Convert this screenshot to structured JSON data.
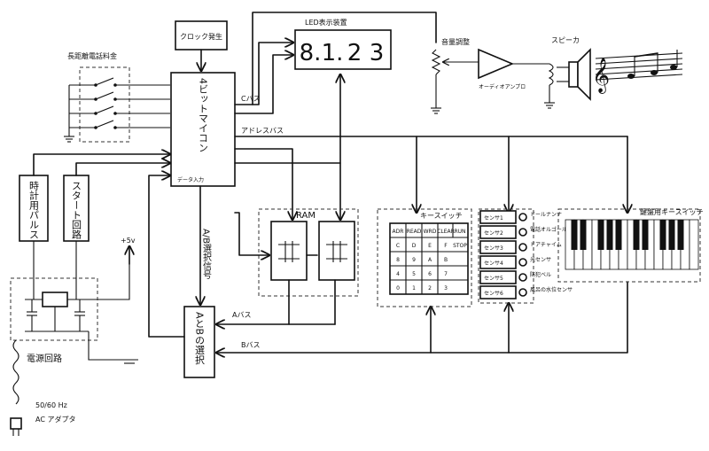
{
  "labels": {
    "clock": "クロック発生",
    "led": "LED表示装置",
    "led_digits": [
      "8.",
      "1.",
      "2",
      "3"
    ],
    "volume": "音量調整",
    "speaker": "スピーカ",
    "amp": "オーディオアンプロ",
    "long_distance": "長距離電話料金",
    "cpu": "4ビットマイコン",
    "data_in": "データ入力",
    "cbus": "Cバス",
    "addrbus": "アドレスバス",
    "timer": "時計用パルス",
    "start": "スタート回路",
    "plus5v": "+5v",
    "power": "電源回路",
    "ac1": "50/60 Hz",
    "ac2": "AC アダプタ",
    "ab_signal": "A/B選択信号",
    "ab_select": "AとBの選択",
    "abus": "Aバス",
    "bbus": "Bバス",
    "ram": "RAM",
    "keyswitch": "キースイッチ",
    "keyboard": "鍵盤用キースイッチ",
    "sensors": [
      {
        "name": "センサ1",
        "target": "ドールナンナ"
      },
      {
        "name": "センサ2",
        "target": "電話オルゴール"
      },
      {
        "name": "センサ3",
        "target": "ドアチャイム"
      },
      {
        "name": "センサ4",
        "target": "光センサ"
      },
      {
        "name": "センサ5",
        "target": "防犯ベル"
      },
      {
        "name": "センサ6",
        "target": "風呂の水位センサ"
      }
    ],
    "keys": [
      [
        "ADR",
        "READ",
        "WRD",
        "CLEAR",
        "RUN"
      ],
      [
        "C",
        "D",
        "E",
        "F",
        "STOP"
      ],
      [
        "8",
        "9",
        "A",
        "B",
        ""
      ],
      [
        "4",
        "5",
        "6",
        "7",
        ""
      ],
      [
        "0",
        "1",
        "2",
        "3",
        ""
      ]
    ]
  }
}
